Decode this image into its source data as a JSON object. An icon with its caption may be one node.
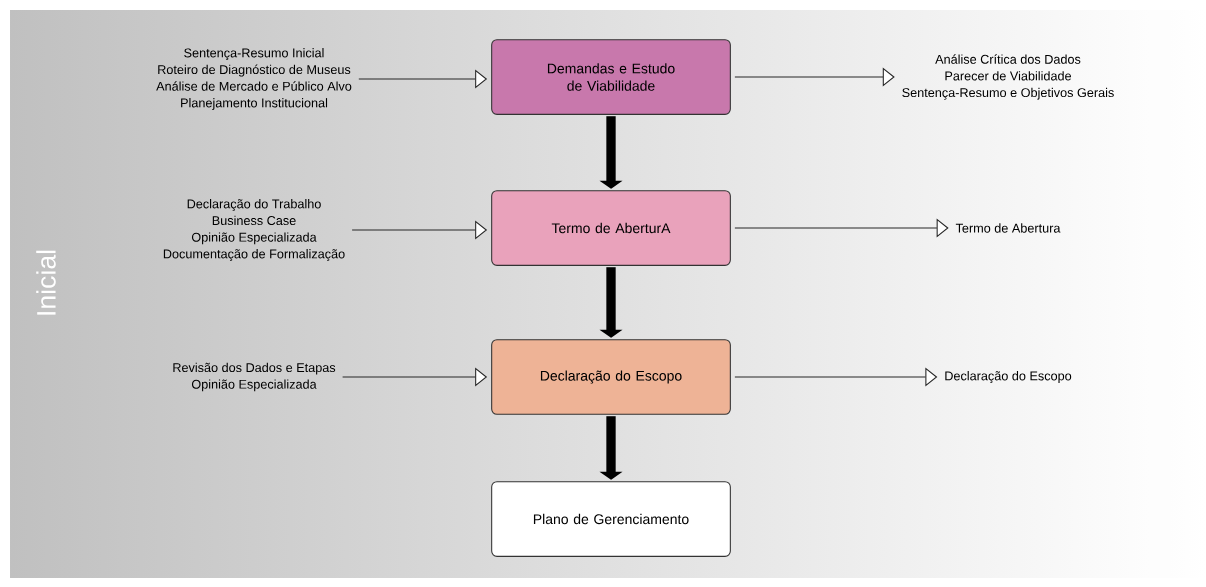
{
  "diagram": {
    "nodes": [
      {
        "text": [
          "Sentença-Resumo Inicial",
          "Roteiro de Diagnóstico de Museus",
          "Análise de Mercado e Público Alvo",
          "Planejamento Institucional"
        ]
      },
      {
        "text": [
          "Demandas e Estudo de Viabilidade"
        ]
      },
      {
        "text": [
          "Análise Crítica dos Dados",
          "Parecer de Viabilidade",
          "Sentença-Resumo e Objetivos Gerais"
        ]
      },
      {
        "text": [
          "Declaração do Trabalho",
          "Business Case",
          "Opinião Especializada",
          "Documentação de Formalização"
        ]
      },
      {
        "text": [
          "Termo de AberturA"
        ]
      },
      {
        "text": [
          "Termo de Abertura"
        ]
      },
      {
        "text": [
          "Revisão dos Dados e Etapas",
          "Opinião Especializada"
        ]
      },
      {
        "text": [
          "Declaração do Escopo"
        ]
      },
      {
        "text": [
          "Declaração do Escopo"
        ]
      },
      {
        "text": [
          "Plano de Gerenciamento"
        ]
      }
    ],
    "edges": [
      {
        "from": 0,
        "to": 1,
        "arrow": "to"
      },
      {
        "from": 1,
        "to": 2,
        "arrow": "to"
      },
      {
        "from": 1,
        "to": 4,
        "arrow": "to",
        "style": "thick"
      },
      {
        "from": 3,
        "to": 4,
        "arrow": "to"
      },
      {
        "from": 4,
        "to": 5,
        "arrow": "to"
      },
      {
        "from": 4,
        "to": 7,
        "arrow": "to",
        "style": "thick"
      },
      {
        "from": 6,
        "to": 7,
        "arrow": "to"
      },
      {
        "from": 7,
        "to": 8,
        "arrow": "to"
      },
      {
        "from": 7,
        "to": 9,
        "arrow": "to",
        "style": "thick"
      }
    ],
    "labels": [
      "Inicial"
    ]
  }
}
